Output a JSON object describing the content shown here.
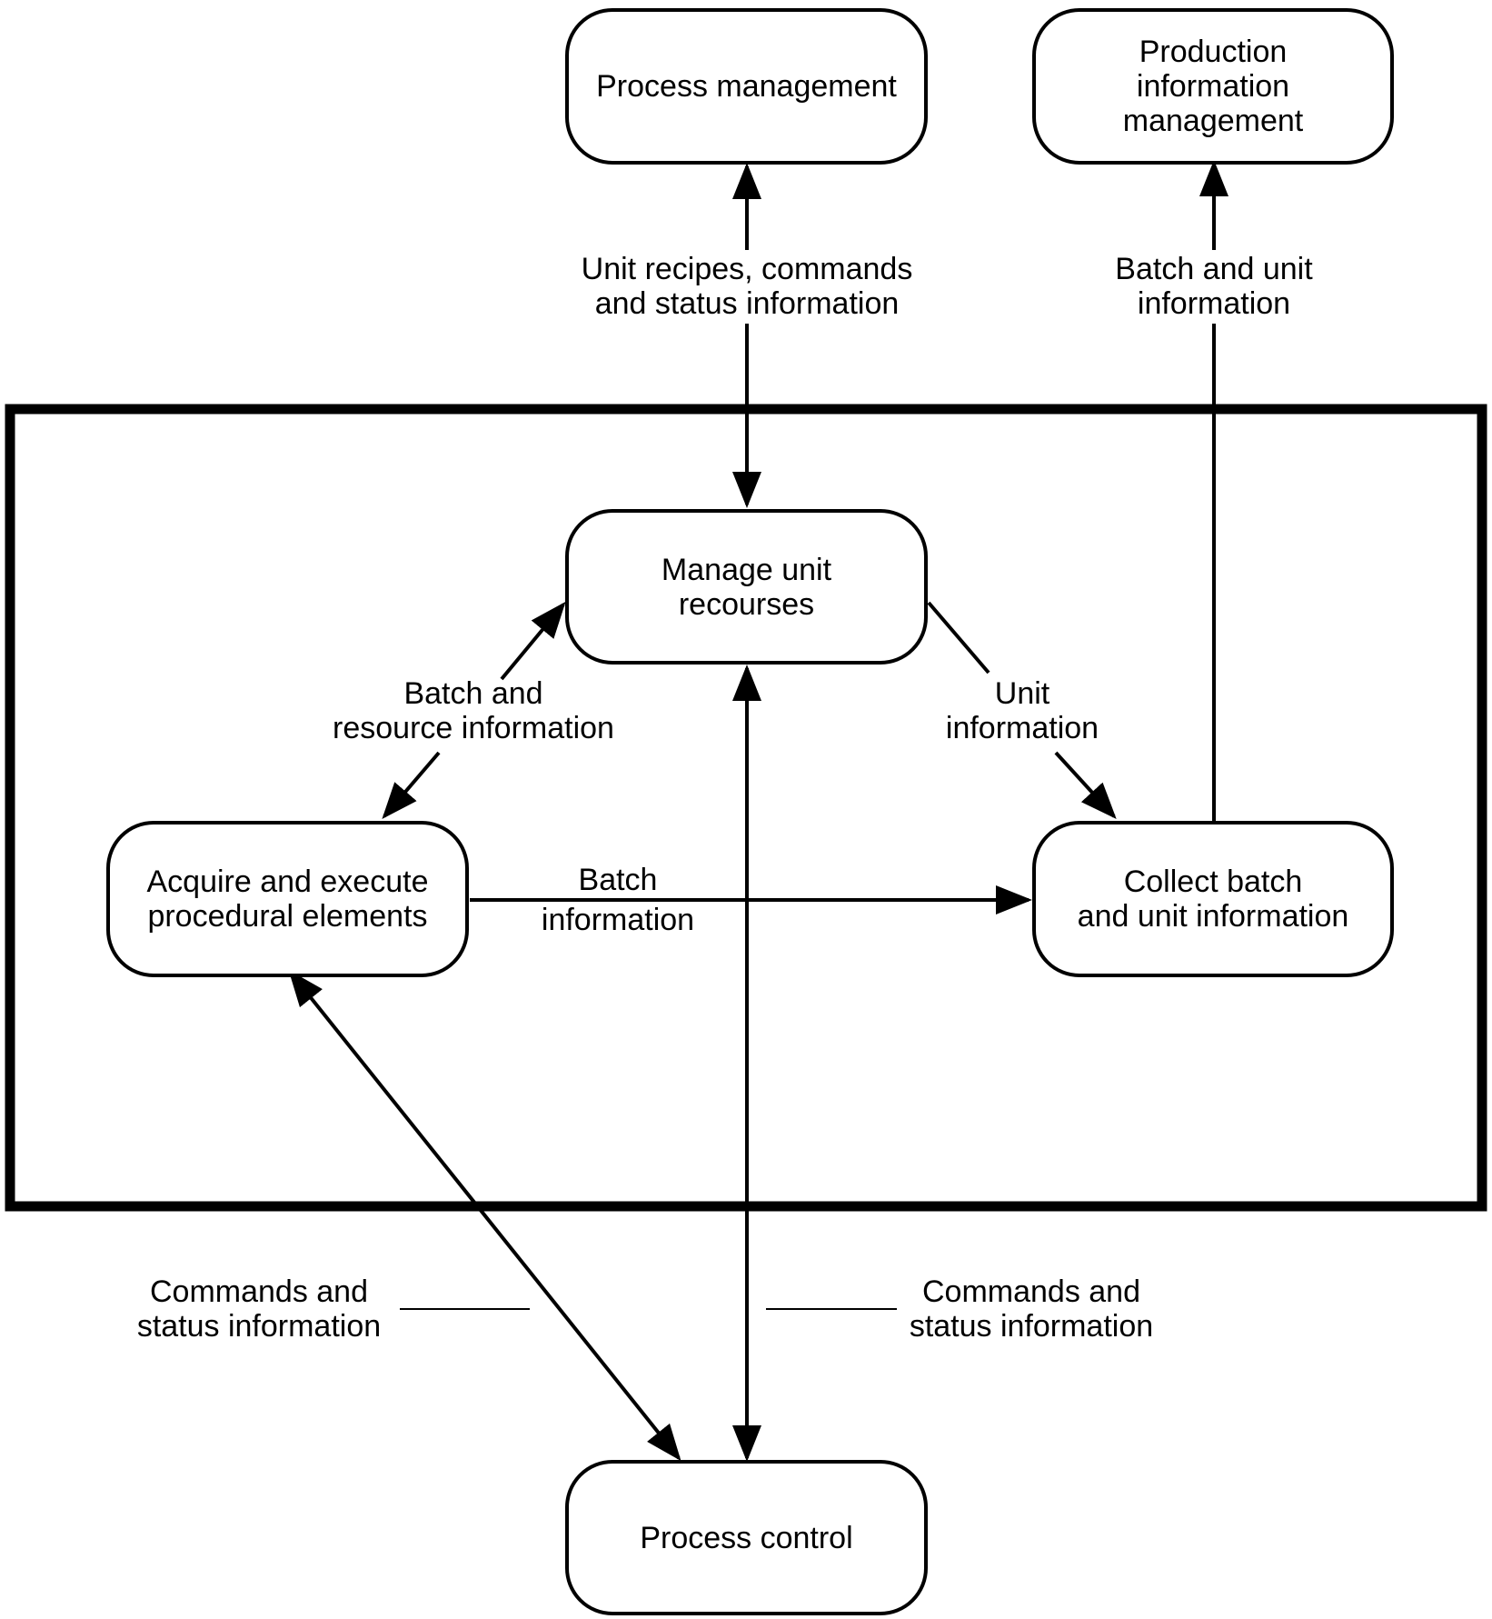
{
  "nodes": {
    "process_management": "Process management",
    "production_information_management": "Production\ninformation\nmanagement",
    "manage_unit_resources": "Manage unit\nrecourses",
    "acquire_execute": "Acquire and execute\nprocedural elements",
    "collect_batch_unit": "Collect batch\nand unit information",
    "process_control": "Process control"
  },
  "edge_labels": {
    "unit_recipes": "Unit recipes, commands\nand status information",
    "batch_unit_info_top": "Batch and unit\ninformation",
    "batch_resource_info": "Batch and\nresource information",
    "unit_information": "Unit\ninformation",
    "batch_information": "Batch\ninformation",
    "commands_status_left": "Commands and\nstatus information",
    "commands_status_right": "Commands and\nstatus information"
  },
  "colors": {
    "line": "#000000",
    "background": "#ffffff"
  }
}
